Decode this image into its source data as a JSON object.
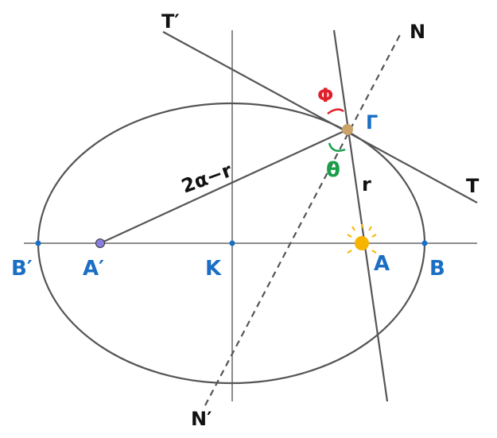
{
  "title": "Ellipse with foci, tangent and normal at point Γ",
  "colors": {
    "line": "#555555",
    "blue": "#1a6fc4",
    "red": "#e0202a",
    "green": "#1a9e4a",
    "sun": "#f7b500",
    "focus_fill": "#8a7ee0",
    "point": "#c9a36a"
  },
  "labels": {
    "t_prime": "T′",
    "t": "T",
    "n": "N",
    "n_prime": "N′",
    "phi": "Φ",
    "gamma": "Γ",
    "theta": "θ",
    "r": "r",
    "two_alpha_minus_r": "2α−r",
    "b_prime": "B′",
    "a_prime": "A′",
    "k": "K",
    "a": "A",
    "b": "B"
  }
}
